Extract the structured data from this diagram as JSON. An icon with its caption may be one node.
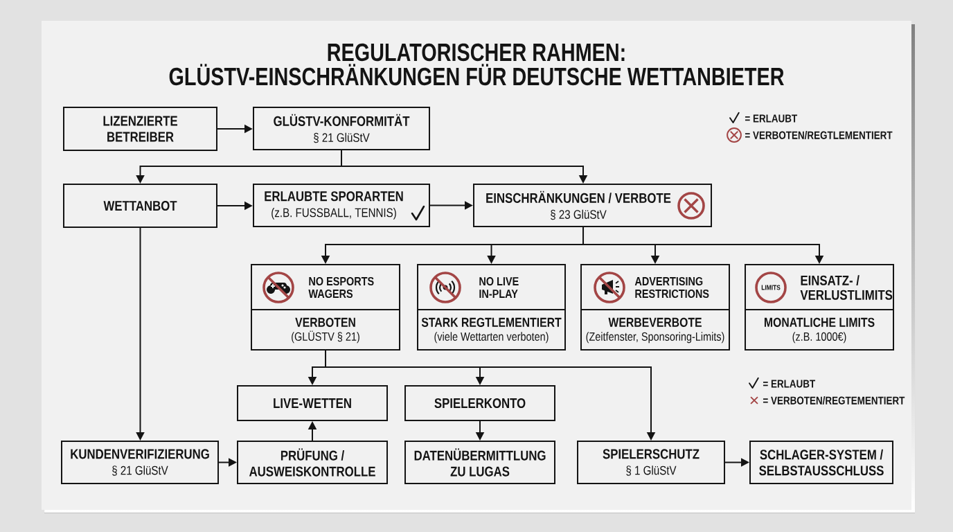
{
  "diagram": {
    "title": "REGULATORISCHER RAHMEN: GLÜSTV-EINSCHRÄNKUNGEN FÜR DEUTSCHE WETTANBIETER",
    "nodes": [
      {
        "text": [
          "LIZENZIERTE BETREIBER"
        ]
      },
      {
        "text": [
          "GLÜSTV-KONFORMITÄT",
          "§ 21 GlüStV"
        ]
      },
      {
        "text": [
          "WETTANBOT"
        ]
      },
      {
        "text": [
          "ERLAUBTE SPORARTEN",
          "(z.B. FUSSBALL, TENNIS)"
        ]
      },
      {
        "text": [
          "EINSCHRÄNKUNGEN / VERBOTE",
          "§ 23 GlüStV"
        ]
      },
      {
        "text": [
          "NO ESPORTS WAGERS",
          "VERBOTEN",
          "(GLÜSTV § 21)"
        ]
      },
      {
        "text": [
          "NO LIVE IN-PLAY",
          "STARK REGTLEMENTIERT",
          "(viele Wettarten verboten)"
        ]
      },
      {
        "text": [
          "ADVERTISING RESTRICTIONS",
          "WERBEVERBOTE",
          "(Zeitfenster, Sponsoring-Limits)"
        ]
      },
      {
        "text": [
          "LIMITS",
          "EINSATZ- / VERLUSTLIMITS",
          "MONATLICHE LIMITS",
          "(z.B. 1000€)"
        ]
      },
      {
        "text": [
          "LIVE-WETTEN"
        ]
      },
      {
        "text": [
          "SPIELERKONTO"
        ]
      },
      {
        "text": [
          "KUNDENVERIFIZIERUNG",
          "§ 21 GlüStV"
        ]
      },
      {
        "text": [
          "PRÜFUNG / AUSWEISKONTROLLE"
        ]
      },
      {
        "text": [
          "DATENÜBERMITTLUNG ZU LUGAS"
        ]
      },
      {
        "text": [
          "SPIELERSCHUTZ",
          "§ 1 GlüStV"
        ]
      },
      {
        "text": [
          "SCHLAGER-SYSTEM / SELBSTAUSSCHLUSS"
        ]
      }
    ],
    "edges": [
      {
        "from": 0,
        "to": 1,
        "arrow": "to"
      },
      {
        "from": 1,
        "to": 2,
        "arrow": "to"
      },
      {
        "from": 1,
        "to": 4,
        "arrow": "to"
      },
      {
        "from": 2,
        "to": 3,
        "arrow": "to"
      },
      {
        "from": 3,
        "to": 4,
        "arrow": "to"
      },
      {
        "from": 2,
        "to": 11,
        "arrow": "to"
      },
      {
        "from": 4,
        "to": 5,
        "arrow": "to"
      },
      {
        "from": 4,
        "to": 6,
        "arrow": "to"
      },
      {
        "from": 4,
        "to": 7,
        "arrow": "to"
      },
      {
        "from": 4,
        "to": 8,
        "arrow": "to"
      },
      {
        "from": 5,
        "to": 9,
        "arrow": "to"
      },
      {
        "from": 5,
        "to": 10,
        "arrow": "to"
      },
      {
        "from": 5,
        "to": 14,
        "arrow": "to"
      },
      {
        "from": 11,
        "to": 12,
        "arrow": "to"
      },
      {
        "from": 12,
        "to": 9,
        "arrow": "to"
      },
      {
        "from": 10,
        "to": 13,
        "arrow": "to"
      },
      {
        "from": 14,
        "to": 15,
        "arrow": "to"
      }
    ],
    "legend": [
      {
        "text": "= ERLAUBT"
      },
      {
        "text": "= VERBOTEN/REGTLEMENTIERT"
      },
      {
        "text": "= ERLAUBT"
      },
      {
        "text": "= VERBOTEN/REGTEMENTIERT"
      }
    ]
  }
}
